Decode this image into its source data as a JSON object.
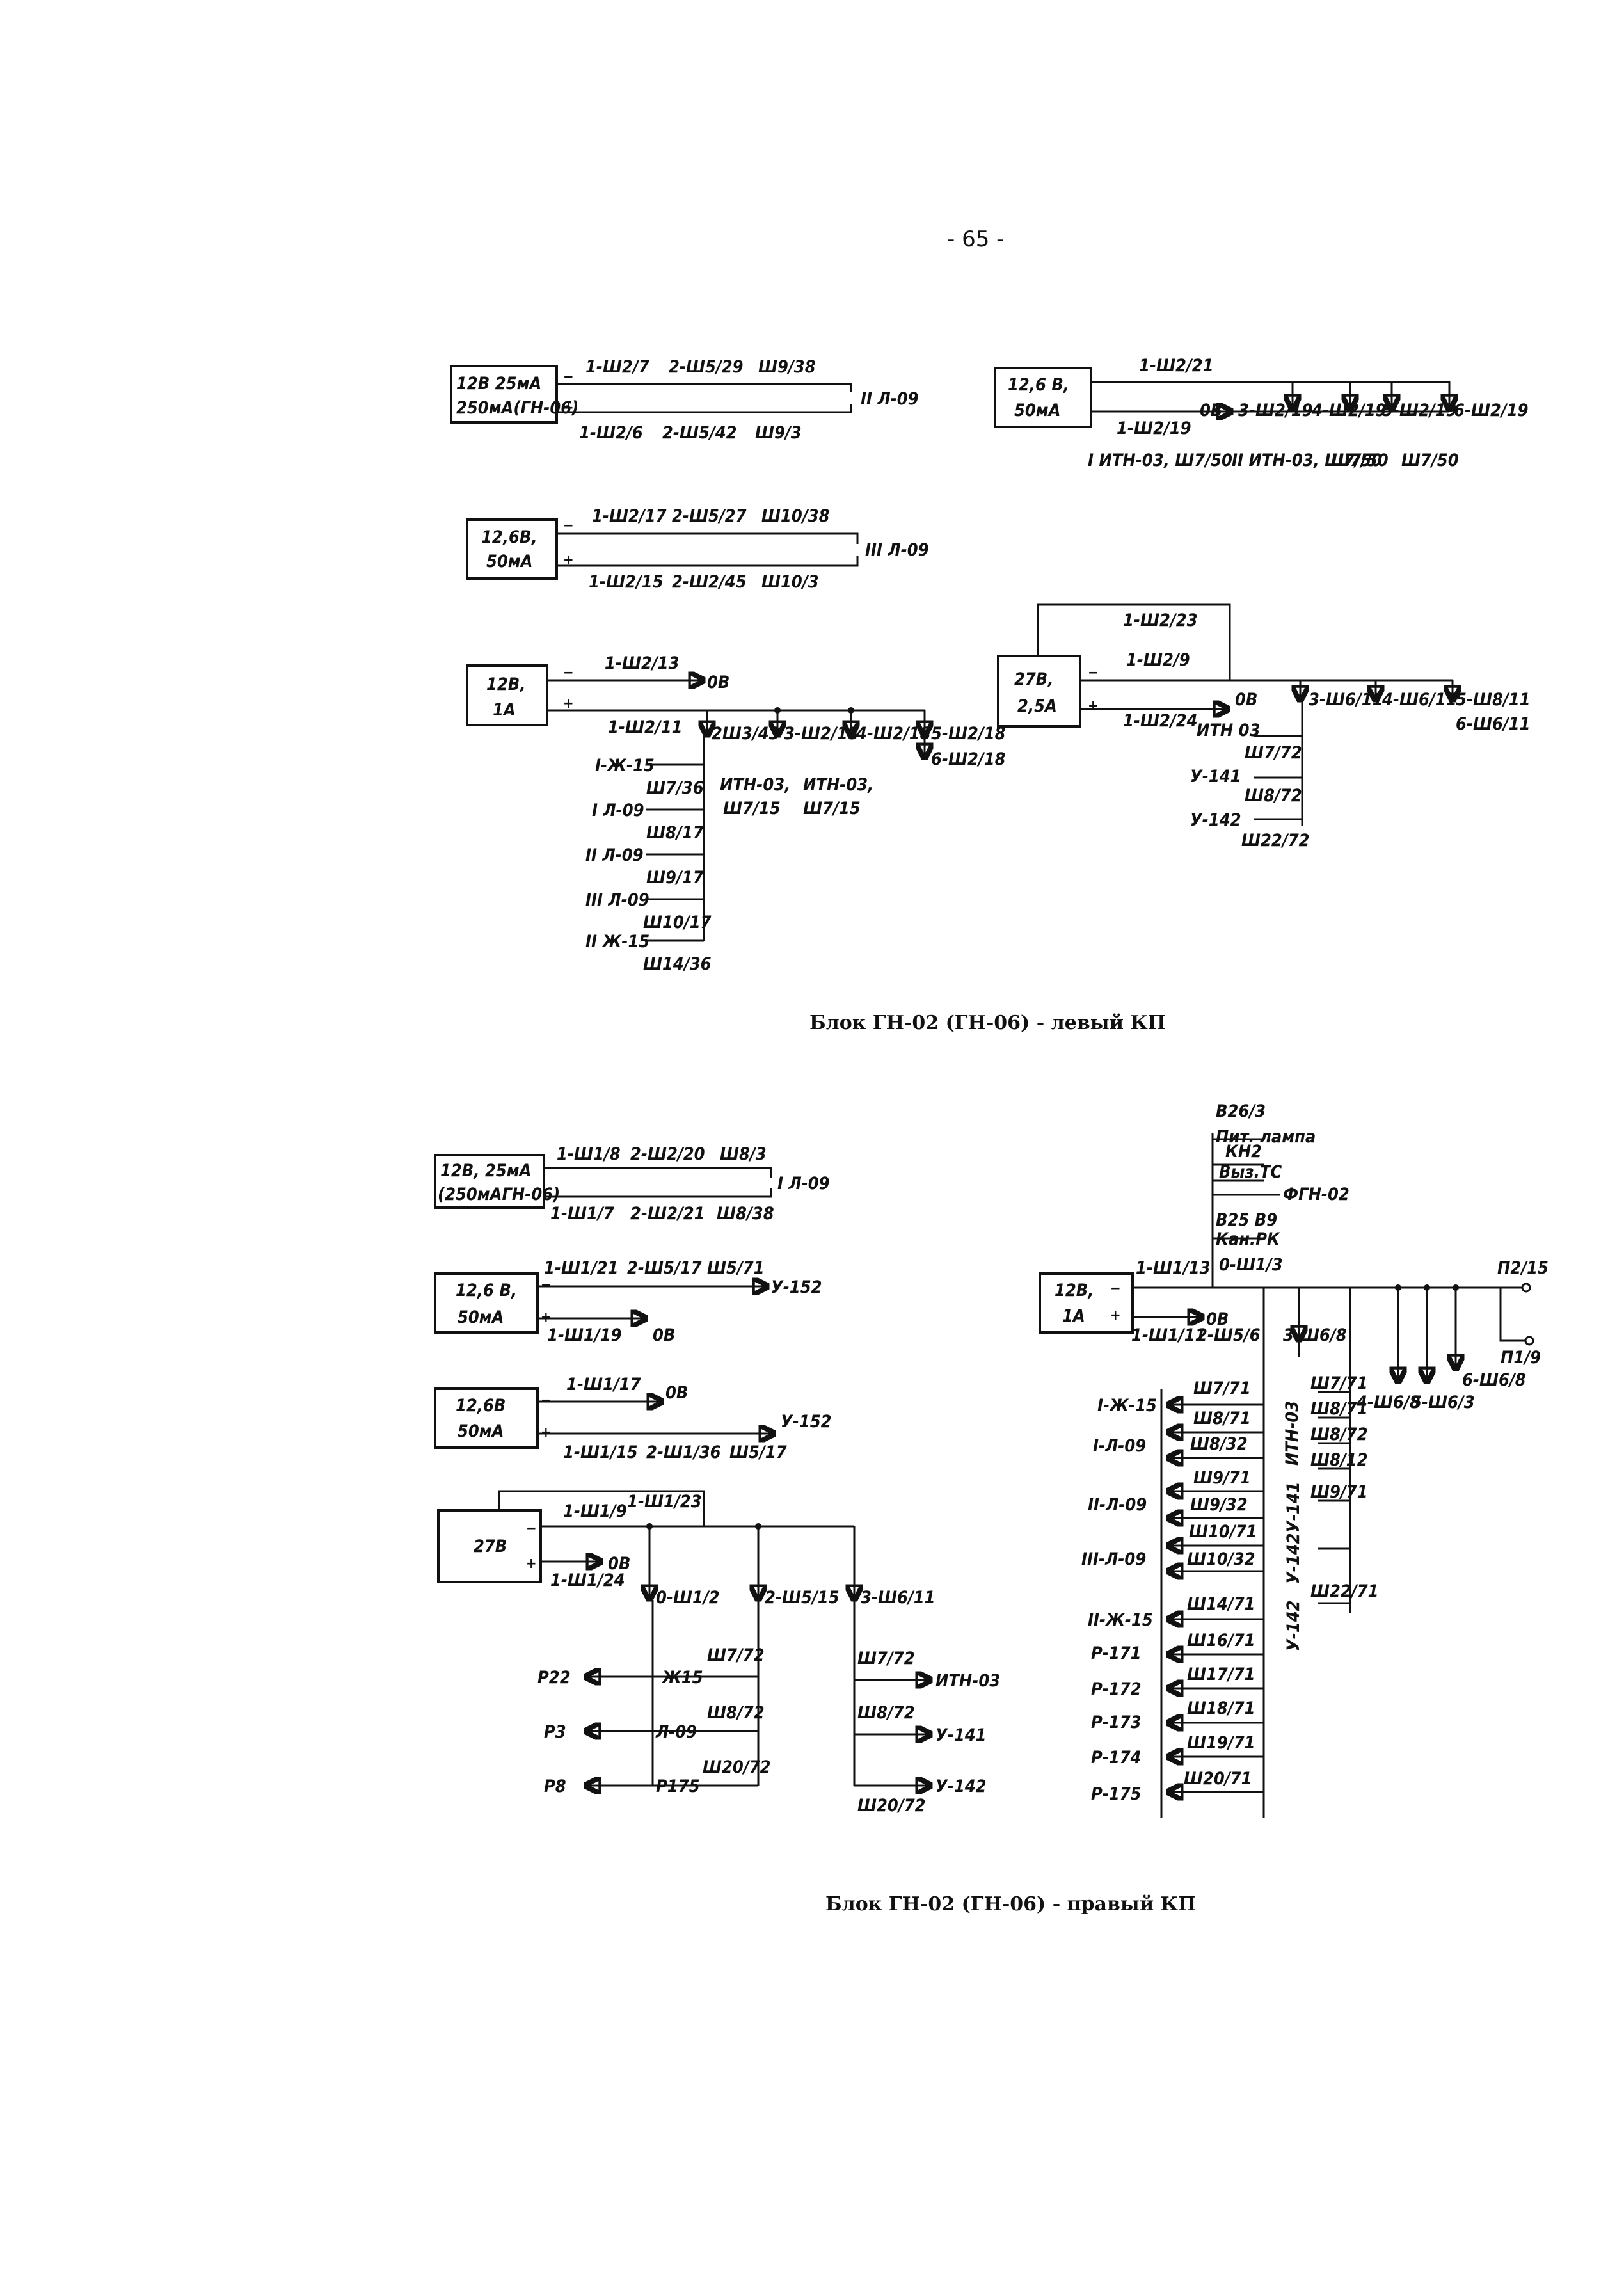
{
  "page_number": "- 65 -",
  "captions": {
    "left": "Блок ГН-02 (ГН-06) - левый КП",
    "right": "Блок ГН-02 (ГН-06) - правый КП"
  },
  "left_kp": {
    "p1": {
      "box": [
        "12В 25мА",
        "250мА(ГН-06)"
      ],
      "top": [
        "1-Ш2/7",
        "2-Ш5/29",
        "Ш9/38"
      ],
      "bottom": [
        "1-Ш2/6",
        "2-Ш5/42",
        "Ш9/3"
      ],
      "dest": "II Л-09"
    },
    "p2": {
      "box": [
        "12,6В,",
        "50мА"
      ],
      "top": [
        "1-Ш2/17",
        "2-Ш5/27",
        "Ш10/38"
      ],
      "bottom": [
        "1-Ш2/15",
        "2-Ш2/45",
        "Ш10/3"
      ],
      "dest": "III Л-09"
    },
    "p3": {
      "box": [
        "12,6 В,",
        "50мА"
      ],
      "top": "1-Ш2/21",
      "under": "1-Ш2/19",
      "zero": "0В",
      "taps": [
        "3-Ш2/19",
        "4-Ш2/19",
        "5-Ш2/19",
        "6-Ш2/19"
      ],
      "loads": [
        "I ИТН-03, Ш7/50",
        "II ИТН-03, Ш7/50",
        "Ш7/50",
        "Ш7/50"
      ]
    },
    "p4": {
      "box": [
        "12В,",
        "1А"
      ],
      "minus": "1-Ш2/13",
      "zero": "0В",
      "plus": "1-Ш2/11",
      "taps": [
        "2Ш3/43",
        "3-Ш2/18",
        "4-Ш2/18",
        "5-Ш2/18",
        "6-Ш2/18"
      ],
      "loads": [
        {
          "name": "I-Ж-15",
          "conn": "Ш7/36"
        },
        {
          "name": "I Л-09",
          "conn": "Ш8/17"
        },
        {
          "name": "II Л-09",
          "conn": "Ш9/17"
        },
        {
          "name": "III Л-09",
          "conn": "Ш10/17"
        },
        {
          "name": "II Ж-15",
          "conn": "Ш14/36"
        }
      ],
      "itn": [
        "ИТН-03,",
        "Ш7/15",
        "ИТН-03,",
        "Ш7/15"
      ]
    },
    "p5": {
      "box": [
        "27В,",
        "2,5А"
      ],
      "loop": "1-Ш2/23",
      "minus": "1-Ш2/9",
      "zero": "0В",
      "plus": "1-Ш2/24",
      "taps": [
        "3-Ш6/11",
        "4-Ш6/11",
        "5-Ш8/11",
        "6-Ш6/11"
      ],
      "loads": [
        {
          "name": "ИТН 03",
          "conn": "Ш7/72"
        },
        {
          "name": "У-141",
          "conn": "Ш8/72"
        },
        {
          "name": "У-142",
          "conn": "Ш22/72"
        }
      ]
    }
  },
  "right_kp": {
    "p1": {
      "box": [
        "12В, 25мА",
        "(250мАГН-06)"
      ],
      "top": [
        "1-Ш1/8",
        "2-Ш2/20",
        "Ш8/3"
      ],
      "bottom": [
        "1-Ш1/7",
        "2-Ш2/21",
        "Ш8/38"
      ],
      "dest": "I Л-09"
    },
    "p2": {
      "box": [
        "12,6 В,",
        "50мА"
      ],
      "top": [
        "1-Ш1/21",
        "2-Ш5/17",
        "Ш5/71"
      ],
      "bottom": "1-Ш1/19",
      "zero": "0В",
      "dest": "У-152"
    },
    "p3": {
      "box": [
        "12,6В",
        "50мА"
      ],
      "top": "1-Ш1/17",
      "zero": "0В",
      "bottom": [
        "1-Ш1/15",
        "2-Ш1/36",
        "Ш5/17"
      ],
      "dest": "У-152"
    },
    "p4": {
      "box": "27В",
      "minus": "1-Ш1/9",
      "loop": "1-Ш1/23",
      "zero": "0В",
      "plus": "1-Ш1/24",
      "taps": [
        "0-Ш1/2",
        "2-Ш5/15",
        "3-Ш6/11"
      ],
      "left_loads": [
        {
          "dest": "Р22",
          "name": "Ж15",
          "conn": "Ш7/72"
        },
        {
          "dest": "Р3",
          "name": "Л-09",
          "conn": "Ш8/72"
        },
        {
          "dest": "Р8",
          "name": "Р175",
          "conn": "Ш20/72"
        }
      ],
      "right_loads": [
        {
          "conn": "Ш7/72",
          "dest": "ИТН-03"
        },
        {
          "conn": "Ш8/72",
          "dest": "У-141"
        },
        {
          "conn": "Ш20/72",
          "dest": "У-142"
        }
      ]
    },
    "p5": {
      "box": [
        "12В,",
        "1А"
      ],
      "mast": [
        "В26/3",
        "Пит. лампа",
        "КН2",
        "Выз.ТС",
        "ФГН-02",
        "В25 В9",
        "Кан.РК"
      ],
      "minus": "1-Ш1/13",
      "minus2": "0-Ш1/3",
      "zero": "0В",
      "plus": "1-Ш1/11",
      "tap2": "2-Ш5/6",
      "tap3": "3-Ш6/8",
      "right_end": [
        "П2/15",
        "П1/9"
      ],
      "taps": [
        "4-Ш6/8",
        "5-Ш6/3",
        "6-Ш6/8"
      ],
      "vertical": [
        "ИТН-03",
        "У-141",
        "У-142",
        "У-142"
      ],
      "loads": [
        {
          "name": "I-Ж-15",
          "conn": [
            "Ш7/71"
          ]
        },
        {
          "name": "I-Л-09",
          "conn": [
            "Ш8/71",
            "Ш8/32"
          ]
        },
        {
          "name": "II-Л-09",
          "conn": [
            "Ш9/71",
            "Ш9/32"
          ]
        },
        {
          "name": "III-Л-09",
          "conn": [
            "Ш10/71",
            "Ш10/32"
          ]
        },
        {
          "name": "II-Ж-15",
          "conn": [
            "Ш14/71"
          ]
        },
        {
          "name": "Р-171",
          "conn": [
            "Ш16/71"
          ]
        },
        {
          "name": "Р-172",
          "conn": [
            "Ш17/71"
          ]
        },
        {
          "name": "Р-173",
          "conn": [
            "Ш18/71"
          ]
        },
        {
          "name": "Р-174",
          "conn": [
            "Ш19/71"
          ]
        },
        {
          "name": "Р-175",
          "conn": [
            "Ш20/71"
          ]
        }
      ],
      "side_conns": [
        "Ш7/71",
        "Ш8/71",
        "Ш8/72",
        "Ш8/12",
        "Ш9/71",
        "Ш22/71"
      ]
    }
  }
}
